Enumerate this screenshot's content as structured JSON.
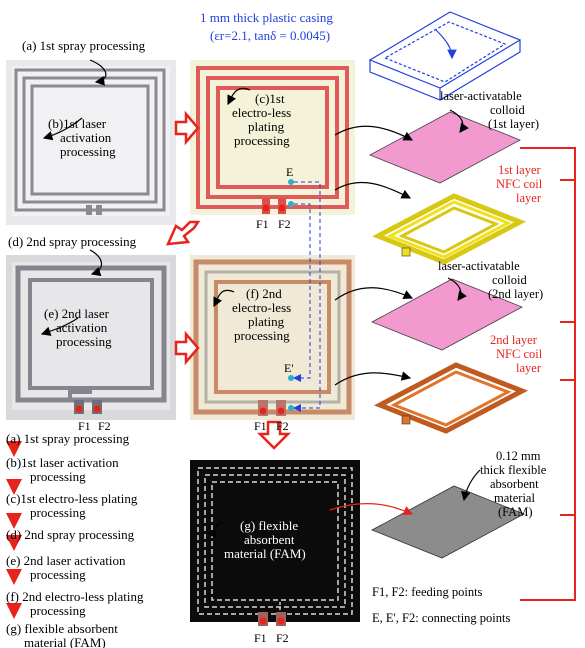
{
  "labels": {
    "a": "(a) 1st spray processing",
    "b1": "(b)1st laser",
    "b2": "activation",
    "b3": "processing",
    "c1": "(c)1st",
    "c2": "electro-less",
    "c3": "plating",
    "c4": "processing",
    "d": "(d) 2nd spray processing",
    "e1": "(e) 2nd laser",
    "e2": "activation",
    "e3": "processing",
    "f1": "(f) 2nd",
    "f2": "electro-less",
    "f3": "plating",
    "f4": "processing",
    "g1": "(g) flexible",
    "g2": "absorbent",
    "g3": "material (FAM)"
  },
  "casing": {
    "line1": "1 mm thick plastic casing",
    "line2": "(εr=2.1, tanδ = 0.0045)"
  },
  "layers": {
    "colloid1_l1": "laser-activatable",
    "colloid1_l2": "colloid",
    "colloid1_l3": "(1st layer)",
    "nfc1_l1": "1st layer",
    "nfc1_l2": "NFC coil",
    "nfc1_l3": "layer",
    "colloid2_l1": "laser-activatable",
    "colloid2_l2": "colloid",
    "colloid2_l3": "(2nd layer)",
    "nfc2_l1": "2nd layer",
    "nfc2_l2": "NFC coil",
    "nfc2_l3": "layer",
    "fam_l1": "0.12 mm",
    "fam_l2": "thick flexible",
    "fam_l3": "absorbent",
    "fam_l4": "material",
    "fam_l5": "(FAM)"
  },
  "points": {
    "F1": "F1",
    "F2": "F2",
    "E": "E",
    "E2": "E'"
  },
  "notes": {
    "feeding": "F1, F2: feeding points",
    "connecting": "E, E', F2: connecting points"
  },
  "steps": [
    "(a) 1st spray processing",
    "(b)1st laser activation",
    "processing",
    "(c)1st electro-less plating",
    "processing",
    "(d) 2nd spray processing",
    "(e) 2nd laser activation",
    "processing",
    "(f) 2nd electro-less plating",
    "processing",
    "(g) flexible absorbent",
    "material (FAM)"
  ],
  "colors": {
    "red": "#e8231c",
    "blue": "#1f3fe0",
    "pink": "#f29ad0",
    "yellow": "#f0e21a",
    "orange": "#e0742a",
    "gray": "#8c8c8c"
  }
}
